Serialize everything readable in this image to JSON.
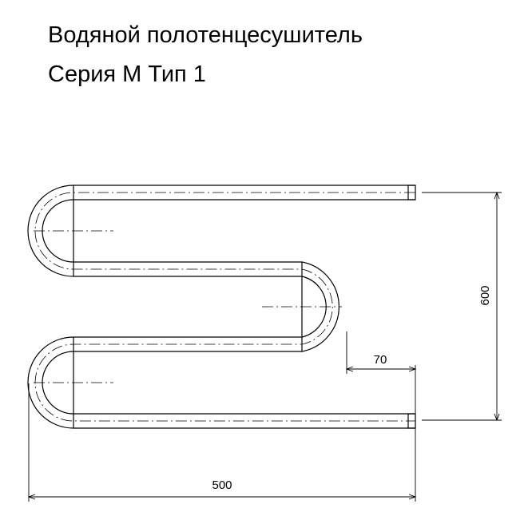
{
  "title": {
    "line1": "Водяной полотенцесушитель",
    "line2": "Серия М Тип 1"
  },
  "dimensions": {
    "height": "600",
    "offset": "70",
    "width": "500"
  },
  "colors": {
    "line": "#000000",
    "background": "#ffffff"
  }
}
